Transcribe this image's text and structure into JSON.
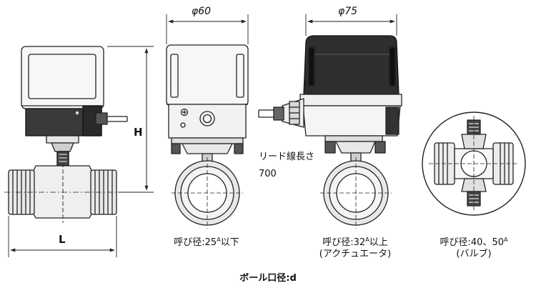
{
  "dimensions": {
    "phi60": "φ60",
    "phi75": "φ75",
    "H": "H",
    "L": "L"
  },
  "lead_wire": {
    "line1": "リード線長さ",
    "line2": "700"
  },
  "captions": {
    "small": {
      "prefix": "呼び径:25",
      "unit": "A",
      "suffix": "以下"
    },
    "medium": {
      "prefix": "呼び径:32",
      "unit": "A",
      "suffix": "以上",
      "sub": "(アクチュエータ)"
    },
    "large": {
      "prefix": "呼び径:40、50",
      "unit": "A",
      "sub": "(バルブ)"
    }
  },
  "bottom_caption": "ボール口径:d"
}
